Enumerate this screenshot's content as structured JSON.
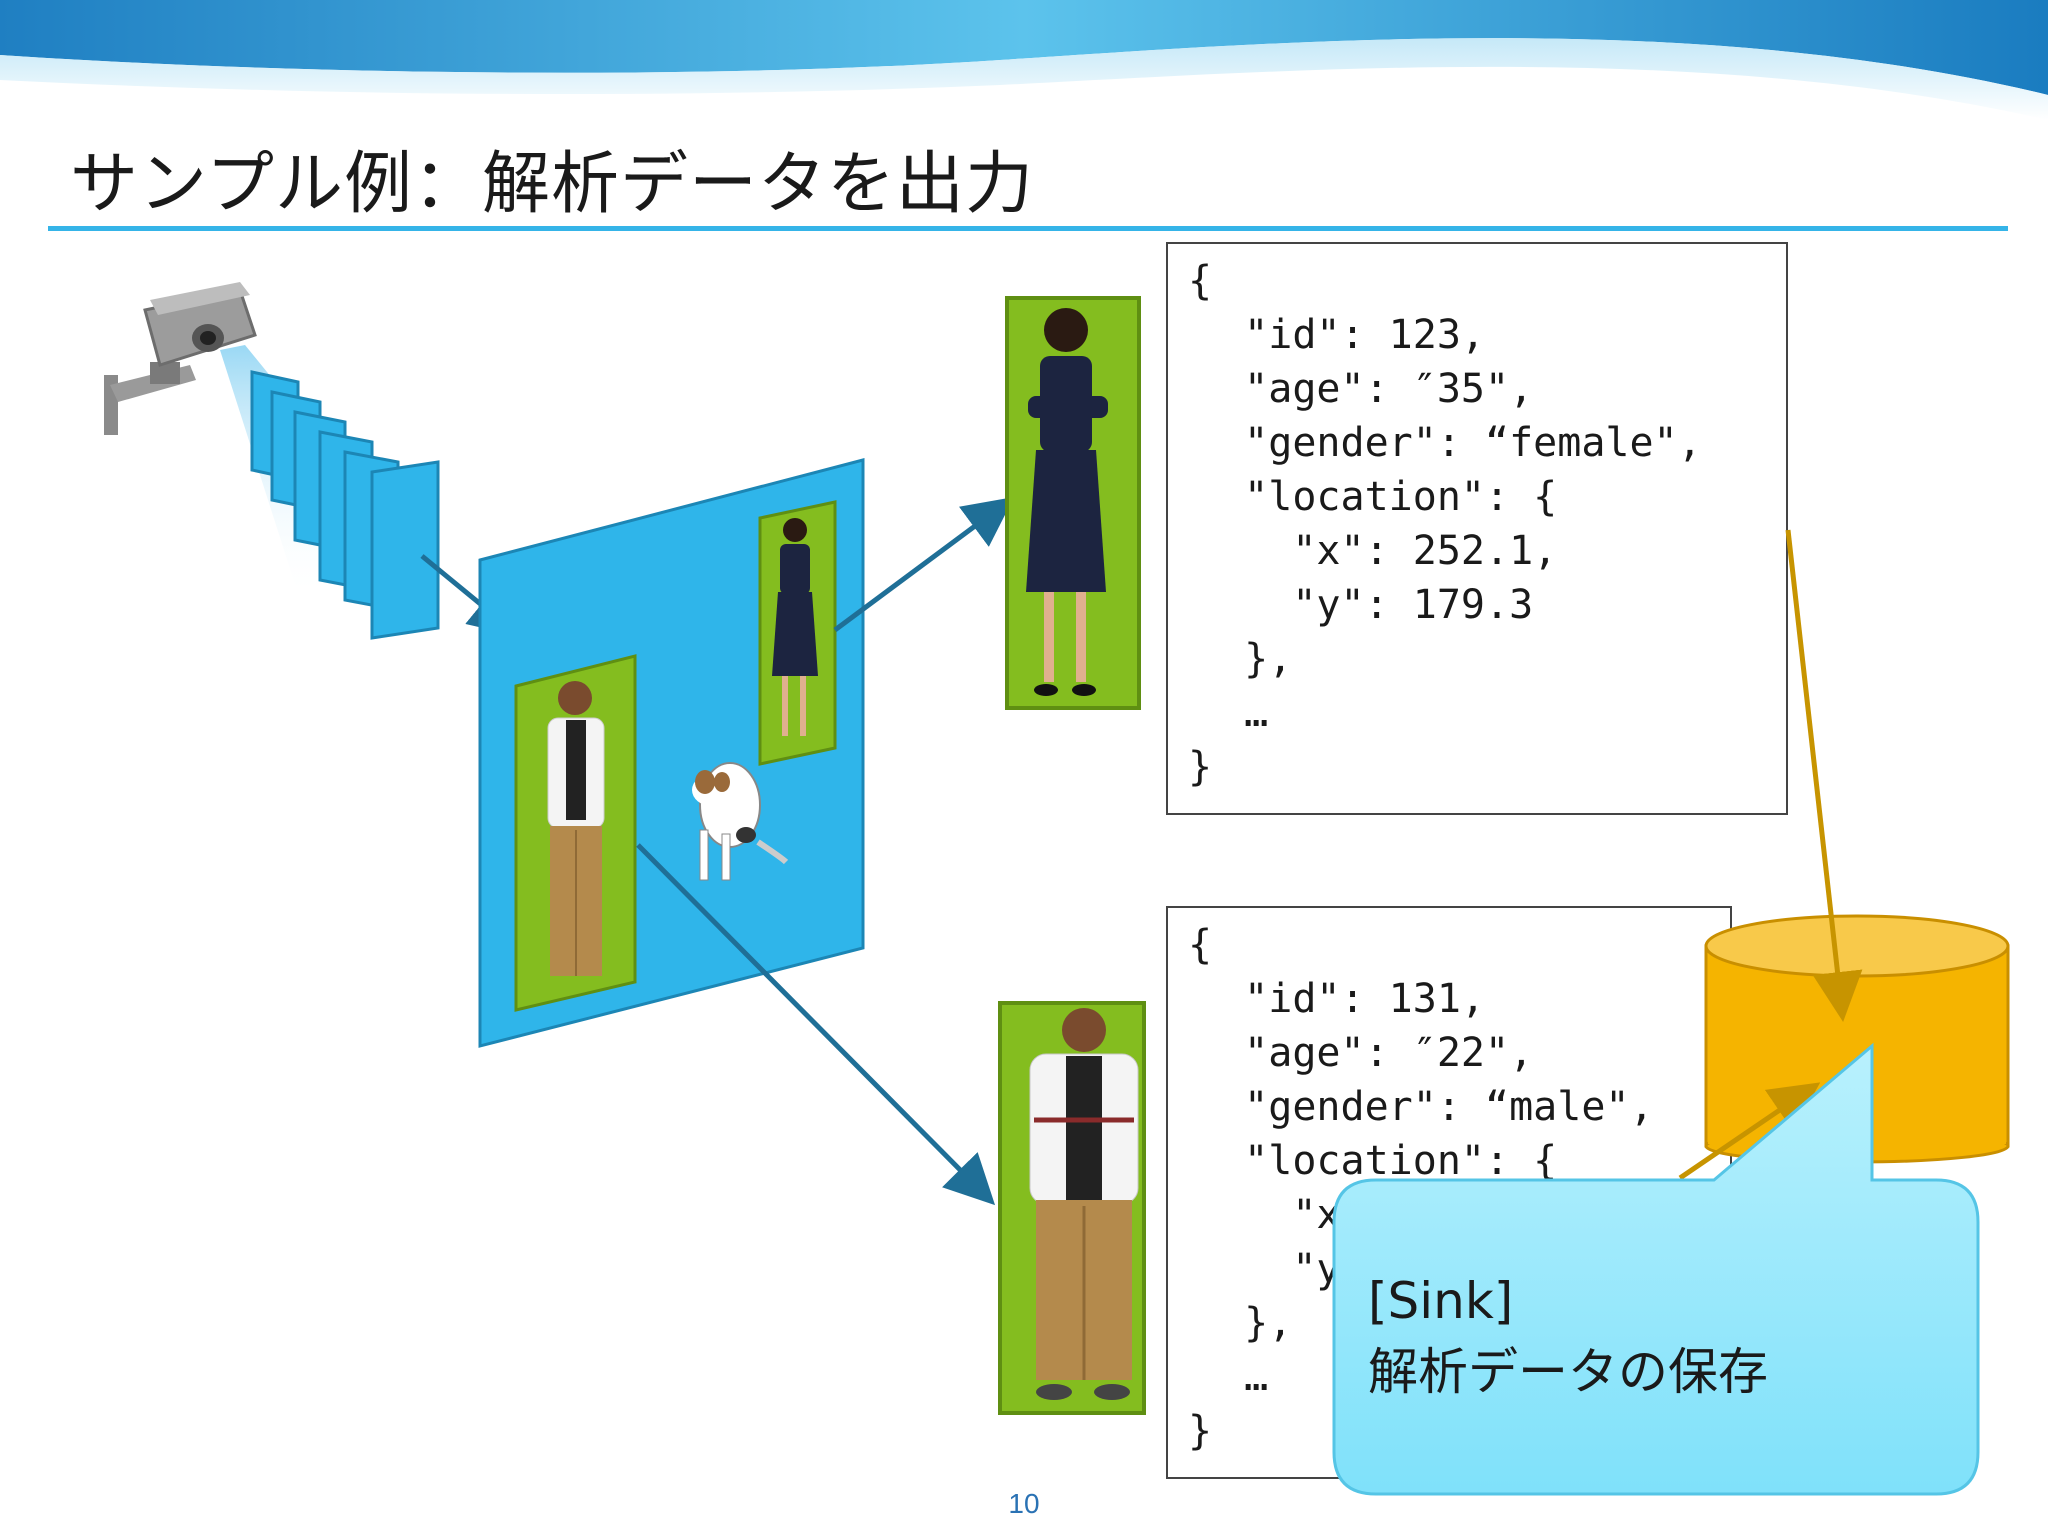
{
  "title": "サンプル例：解析データを出力",
  "json_top": {
    "open": "{",
    "id": "  \"id\": 123,",
    "age": "  \"age\": ″35\",",
    "gender": "  \"gender\": “female\",",
    "location": "  \"location\": {",
    "x": "    \"x\": 252.1,",
    "y": "    \"y\": 179.3",
    "loc_close": "  },",
    "ellipsis": "  …",
    "close": "}"
  },
  "json_bottom": {
    "open": "{",
    "id": "  \"id\": 131,",
    "age": "  \"age\": ″22\",",
    "gender": "  \"gender\": “male\",",
    "location": "  \"location\": {",
    "x": "    \"x",
    "y": "    \"y",
    "loc_close": "  },",
    "ellipsis": "  …",
    "close": "}"
  },
  "callout": {
    "line1": "[Sink]",
    "line2": "解析データの保存"
  },
  "page_number": "10",
  "colors": {
    "accent_blue": "#35b4e8",
    "frame_blue": "#2fb5ea",
    "detect_green": "#84bd1f",
    "arrow_blue": "#1f6f97",
    "db_yellow": "#f5b400",
    "callout_cyan": "#8ee6fb"
  }
}
